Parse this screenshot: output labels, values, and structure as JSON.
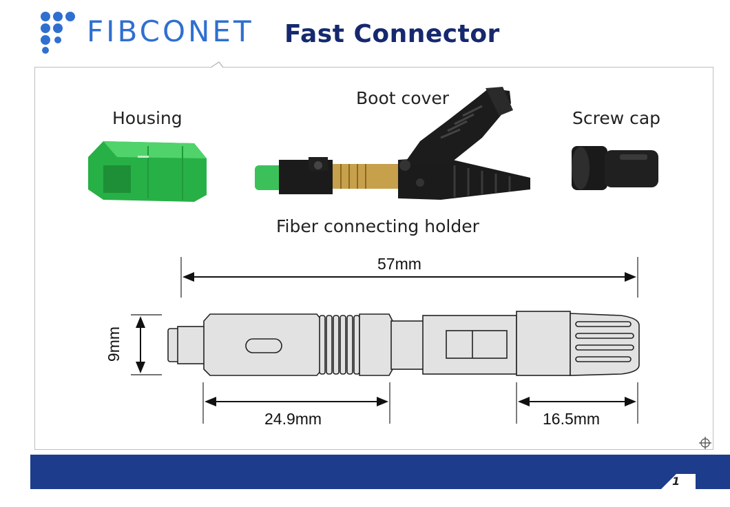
{
  "header": {
    "brand": "FIBCONET",
    "title": "Fast Connector"
  },
  "components": {
    "housing": "Housing",
    "boot_cover": "Boot cover",
    "screw_cap": "Screw cap",
    "fiber_holder": "Fiber connecting holder"
  },
  "dimensions": {
    "overall_length": "57mm",
    "height": "9mm",
    "front_length": "24.9mm",
    "rear_length": "16.5mm"
  },
  "footer": {
    "page_number": "1"
  },
  "colors": {
    "brand_blue": "#2f6fd0",
    "title_navy": "#16286e",
    "footer_navy": "#1d3c8c",
    "housing_green": "#2db84a",
    "connector_body": "#1b1b1b",
    "drawing_fill": "#e2e2e2"
  },
  "icons": [
    "logo-dots-icon",
    "registration-mark-icon"
  ]
}
